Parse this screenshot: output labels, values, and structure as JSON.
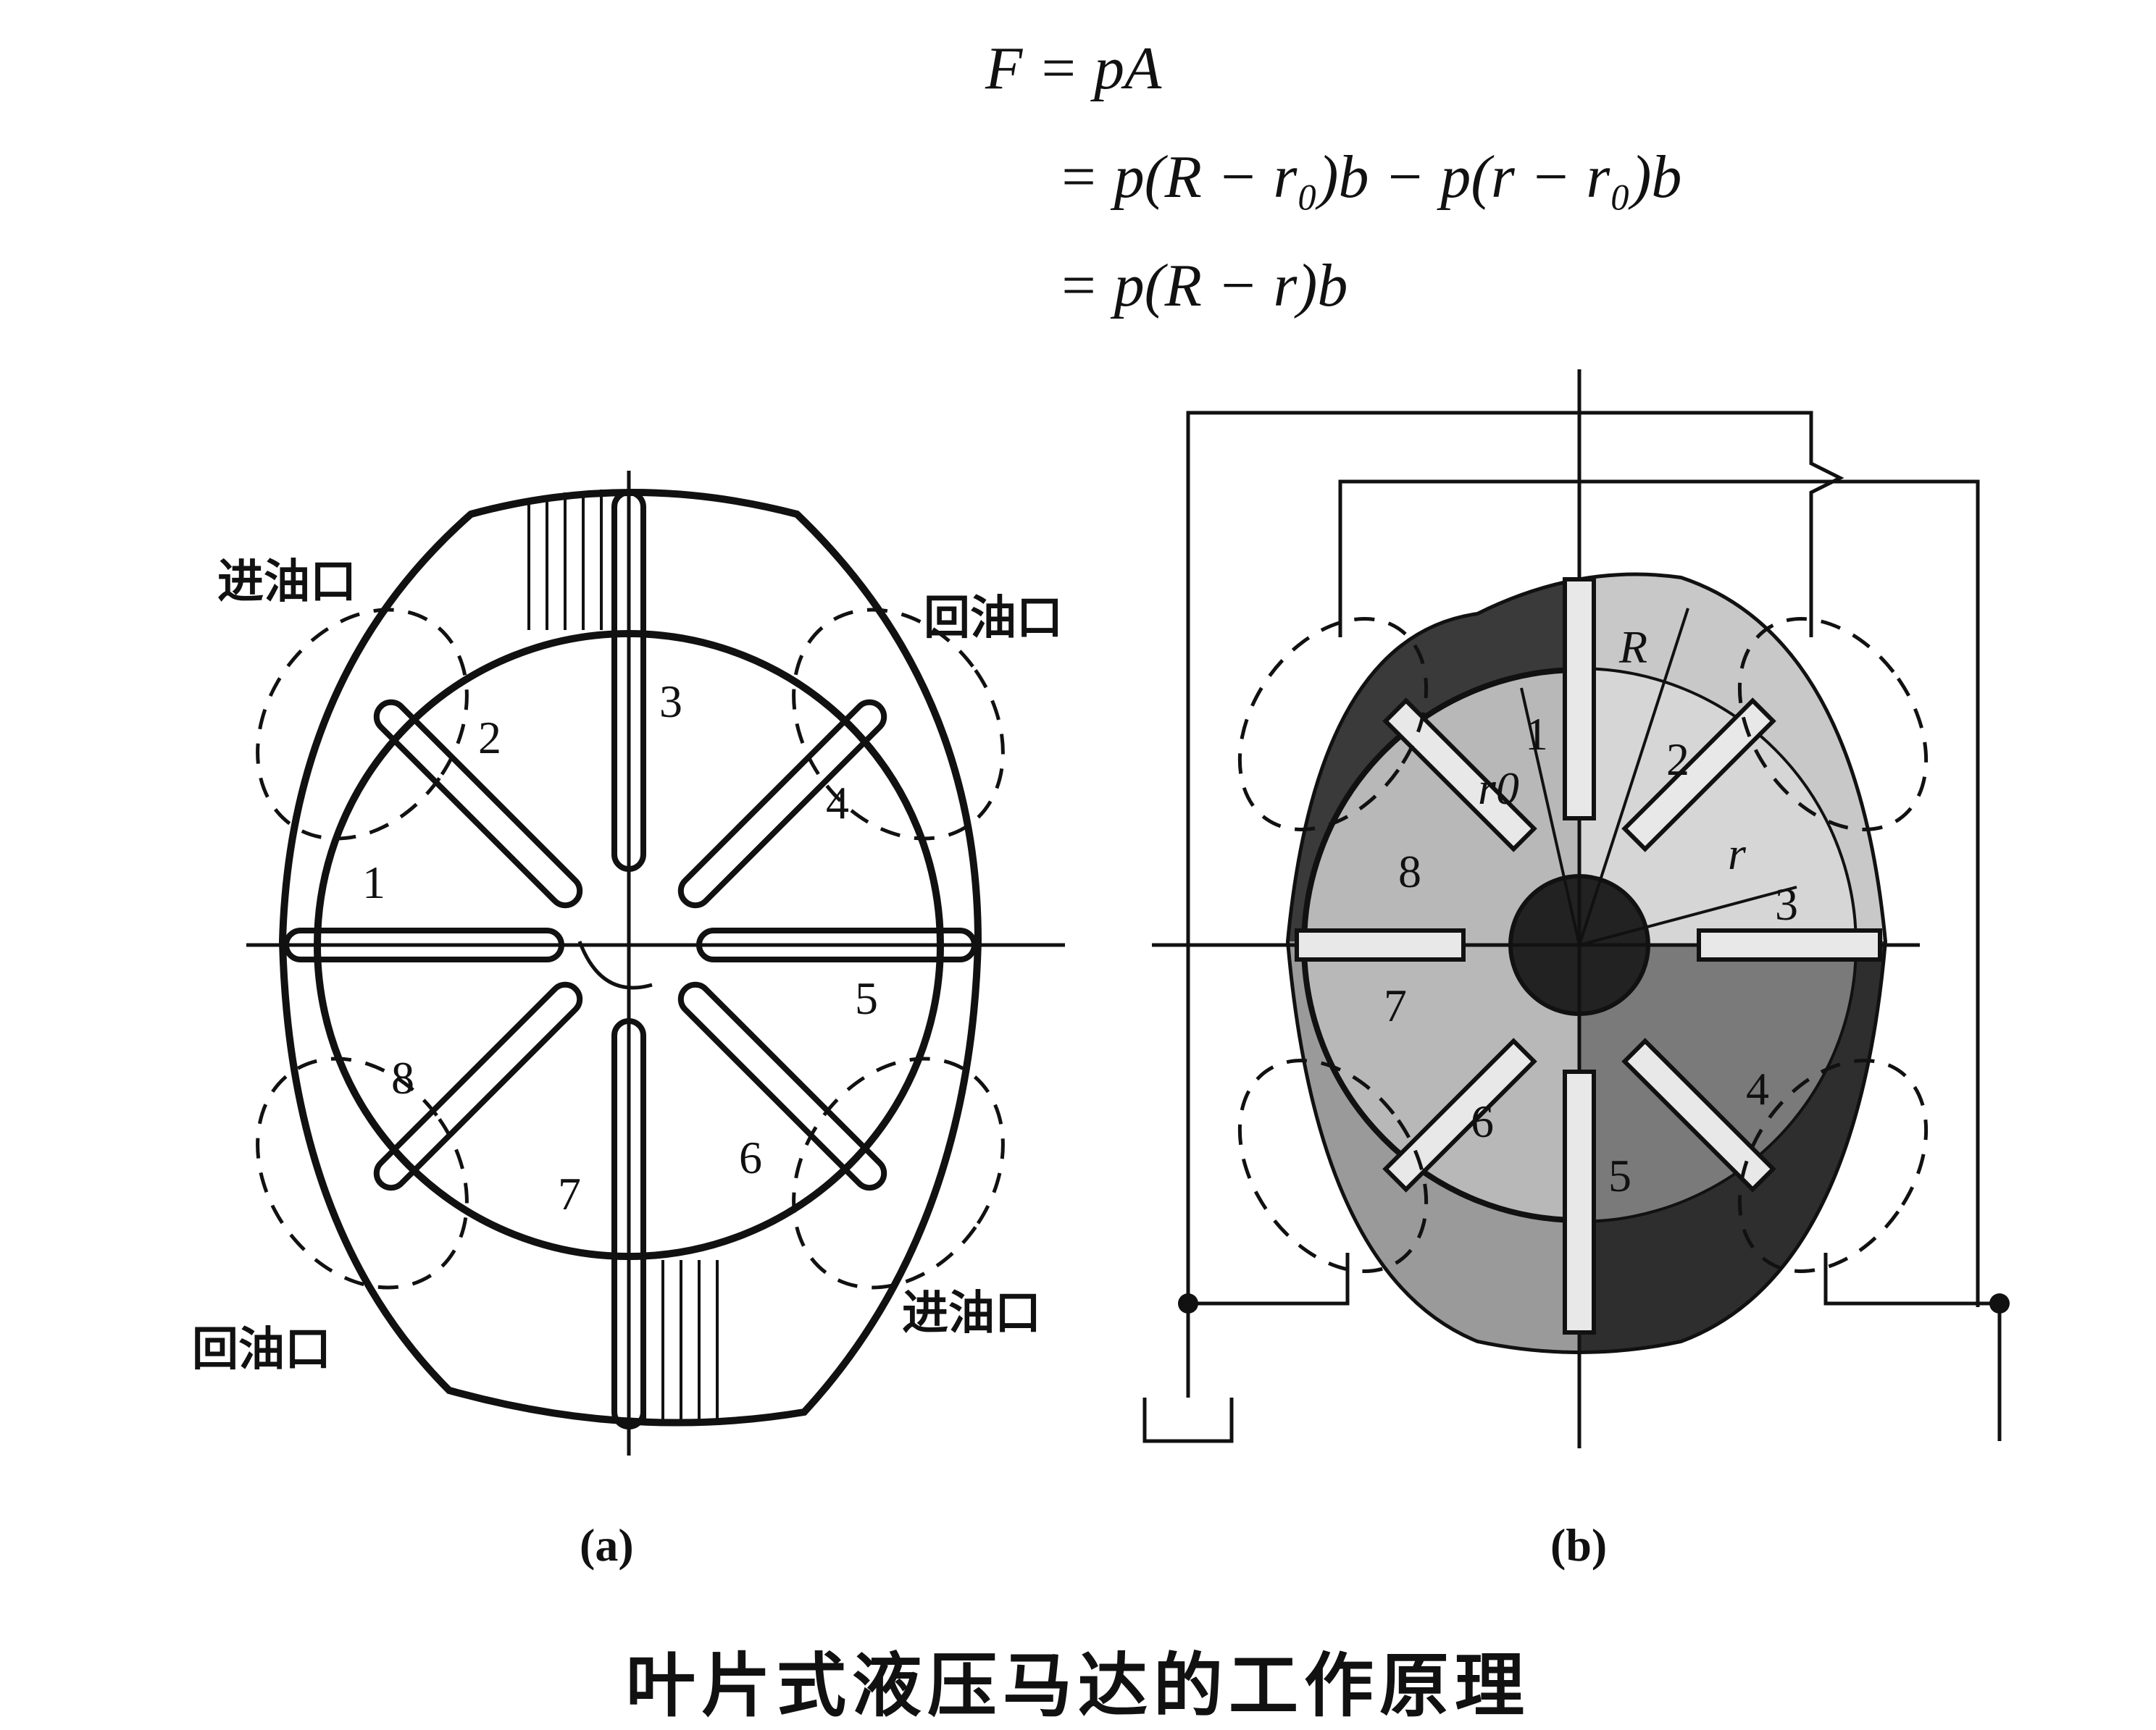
{
  "formula": {
    "line1": "F = pA",
    "line2": "= p(R − r₀)b − p(r − r₀)b",
    "line3": "= p(R − r)b"
  },
  "figure_a": {
    "label": "(a)",
    "ports": {
      "inlet_top_left": "进油口",
      "return_top_right": "回油口",
      "return_bottom_left": "回油口",
      "inlet_bottom_right": "进油口"
    },
    "vanes": [
      "1",
      "2",
      "3",
      "4",
      "5",
      "6",
      "7",
      "8"
    ]
  },
  "figure_b": {
    "label": "(b)",
    "vanes": [
      "1",
      "2",
      "3",
      "4",
      "5",
      "6",
      "7",
      "8"
    ],
    "dim_R": "R",
    "dim_r": "r",
    "dim_r0": "r0"
  },
  "caption": "叶片式液压马达的工作原理",
  "colors": {
    "ink": "#111111",
    "shade_dark": "#3a3a3a",
    "shade_mid": "#8a8a8a",
    "shade_light": "#c8c8c8",
    "paper": "#ffffff"
  }
}
